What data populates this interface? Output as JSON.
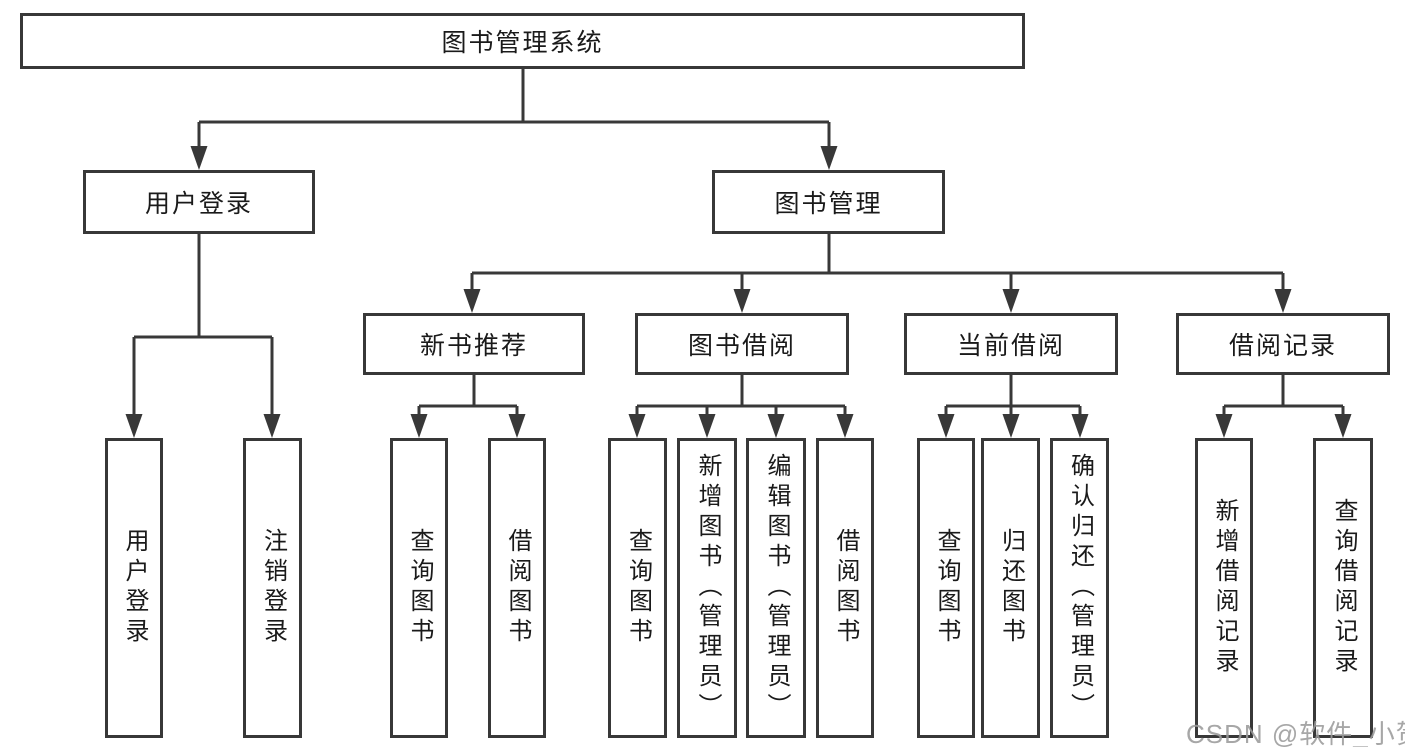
{
  "diagram": {
    "type": "hierarchy-tree",
    "root": {
      "label": "图书管理系统"
    },
    "level2": [
      {
        "label": "用户登录",
        "parent": "图书管理系统"
      },
      {
        "label": "图书管理",
        "parent": "图书管理系统"
      }
    ],
    "level3": [
      {
        "label": "新书推荐",
        "parent": "图书管理"
      },
      {
        "label": "图书借阅",
        "parent": "图书管理"
      },
      {
        "label": "当前借阅",
        "parent": "图书管理"
      },
      {
        "label": "借阅记录",
        "parent": "图书管理"
      }
    ],
    "leaves": [
      {
        "label": "用户登录",
        "parent": "用户登录"
      },
      {
        "label": "注销登录",
        "parent": "用户登录"
      },
      {
        "label": "查询图书",
        "parent": "新书推荐"
      },
      {
        "label": "借阅图书",
        "parent": "新书推荐"
      },
      {
        "label": "查询图书",
        "parent": "图书借阅"
      },
      {
        "label": "新增图书（管理员）",
        "parent": "图书借阅"
      },
      {
        "label": "编辑图书（管理员）",
        "parent": "图书借阅"
      },
      {
        "label": "借阅图书",
        "parent": "图书借阅"
      },
      {
        "label": "查询图书",
        "parent": "当前借阅"
      },
      {
        "label": "归还图书",
        "parent": "当前借阅"
      },
      {
        "label": "确认归还（管理员）",
        "parent": "当前借阅"
      },
      {
        "label": "新增借阅记录",
        "parent": "借阅记录"
      },
      {
        "label": "查询借阅记录",
        "parent": "借阅记录"
      }
    ]
  },
  "watermark": {
    "text": "CSDN @软件_小贺同学",
    "color": "#9b9b9b"
  },
  "colors": {
    "line": "#383838",
    "text": "#1a1a1a",
    "background": "#ffffff"
  }
}
